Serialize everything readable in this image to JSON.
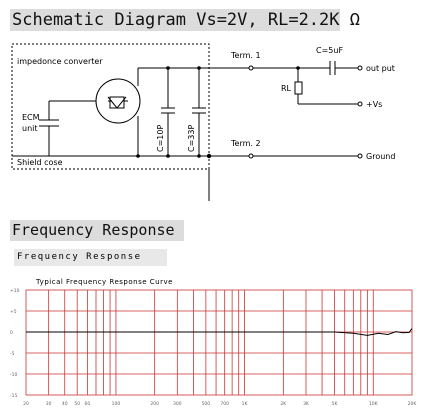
{
  "schematic": {
    "title": "Schematic Diagram  Vs=2V, RL=2.2K Ω",
    "box_label": "impedonce converter",
    "ecm_label_line1": "ECM",
    "ecm_label_line2": "unit",
    "cap1_label": "C=10P",
    "cap2_label": "C=33P",
    "shield_label": "Shield cose",
    "term1_label": "Term. 1",
    "term2_label": "Term. 2",
    "coupling_cap_label": "C=5uF",
    "rl_label": "RL",
    "output_label": "out put",
    "vs_label": "+Vs",
    "ground_label": "Ground"
  },
  "frequency": {
    "banner": "Frequency Response",
    "subtitle": "Frequency Response",
    "chart_title": "Typical Frequency Response Curve",
    "y_ticks": [
      "+10",
      "+5",
      "0",
      "-5",
      "-10",
      "-15"
    ],
    "x_ticks": [
      "20",
      "30",
      "40",
      "50",
      "60",
      "100",
      "200",
      "300",
      "500",
      "700",
      "1K",
      "2K",
      "3K",
      "5K",
      "10K",
      "20K"
    ]
  },
  "chart_data": {
    "type": "line",
    "title": "Typical Frequency Response Curve",
    "xlabel": "",
    "ylabel": "",
    "x_scale": "log",
    "xlim": [
      20,
      20000
    ],
    "ylim": [
      -15,
      10
    ],
    "grid": true,
    "series": [
      {
        "x": [
          20,
          50,
          100,
          300,
          1000,
          3000,
          5000,
          7000,
          9000,
          11000,
          13000,
          15000,
          17000,
          19000,
          20000
        ],
        "y": [
          0,
          0,
          0,
          0,
          0,
          0,
          0,
          -0.3,
          -0.8,
          -0.3,
          -0.6,
          0.1,
          -0.2,
          -0.1,
          0.8
        ]
      }
    ],
    "line_color": "#000000",
    "grid_color": "#cc3333"
  }
}
